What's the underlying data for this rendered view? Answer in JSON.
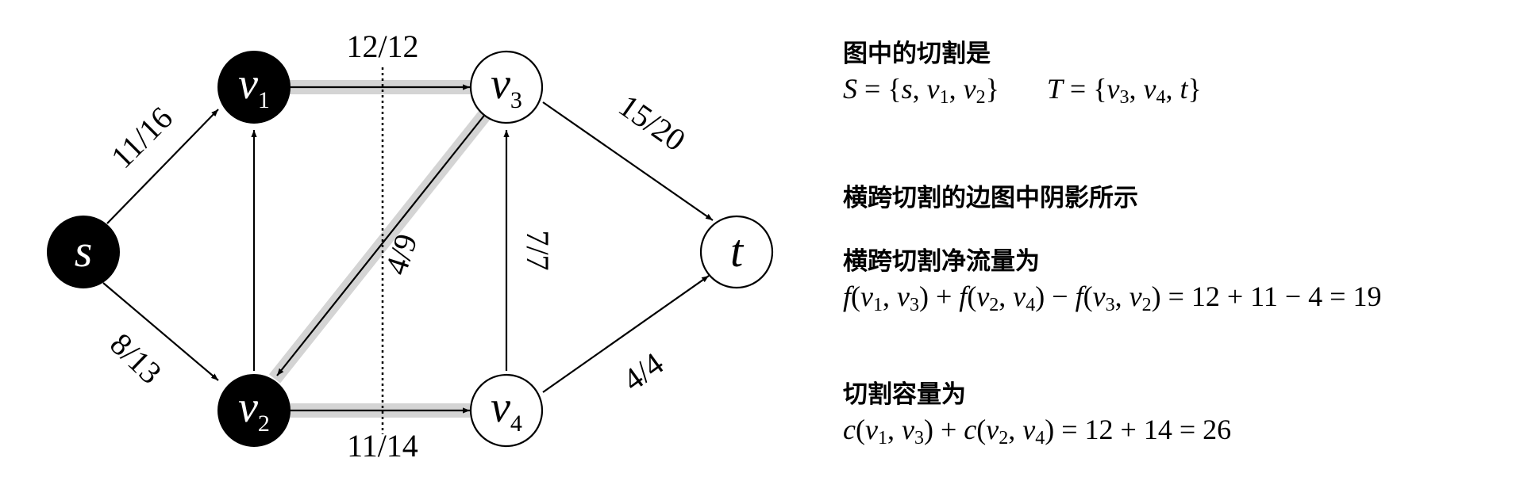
{
  "nodes": {
    "s": {
      "name": "s",
      "sub": ""
    },
    "v1": {
      "name": "v",
      "sub": "1"
    },
    "v2": {
      "name": "v",
      "sub": "2"
    },
    "v3": {
      "name": "v",
      "sub": "3"
    },
    "v4": {
      "name": "v",
      "sub": "4"
    },
    "t": {
      "name": "t",
      "sub": ""
    }
  },
  "edges": {
    "s_v1": "11/16",
    "s_v2": "8/13",
    "v1_v3": "12/12",
    "v2_v4": "11/14",
    "v3_v2": "4/9",
    "v4_v3": "7/7",
    "v3_t": "15/20",
    "v4_t": "4/4"
  },
  "notes": {
    "cut_heading": "图中的切割是",
    "set_s": {
      "lhs": "S",
      "eq": " = {",
      "e1": "s",
      "sep1": ", ",
      "e2": "v",
      "e2_sub": "1",
      "sep2": ", ",
      "e3": "v",
      "e3_sub": "2",
      "close": "}"
    },
    "set_t": {
      "lhs": "T",
      "eq": " = {",
      "e1": "v",
      "e1_sub": "3",
      "sep1": ", ",
      "e2": "v",
      "e2_sub": "4",
      "sep2": ", ",
      "e3": "t",
      "close": "}"
    },
    "crossing_edges": "横跨切割的边图中阴影所示",
    "net_flow_heading": "横跨切割净流量为",
    "net_flow_formula": {
      "f": "f",
      "v": "v",
      "a1": "1",
      "a2": "3",
      "b1": "2",
      "b2": "4",
      "c1": "3",
      "c2": "2",
      "op_plus": " + ",
      "op_minus": " − ",
      "result": " = 12 + 11 − 4 = 19"
    },
    "capacity_heading": "切割容量为",
    "capacity_formula": {
      "c": "c",
      "v": "v",
      "a1": "1",
      "a2": "3",
      "b1": "2",
      "b2": "4",
      "op_plus": " + ",
      "result": " = 12 + 14 = 26"
    }
  }
}
